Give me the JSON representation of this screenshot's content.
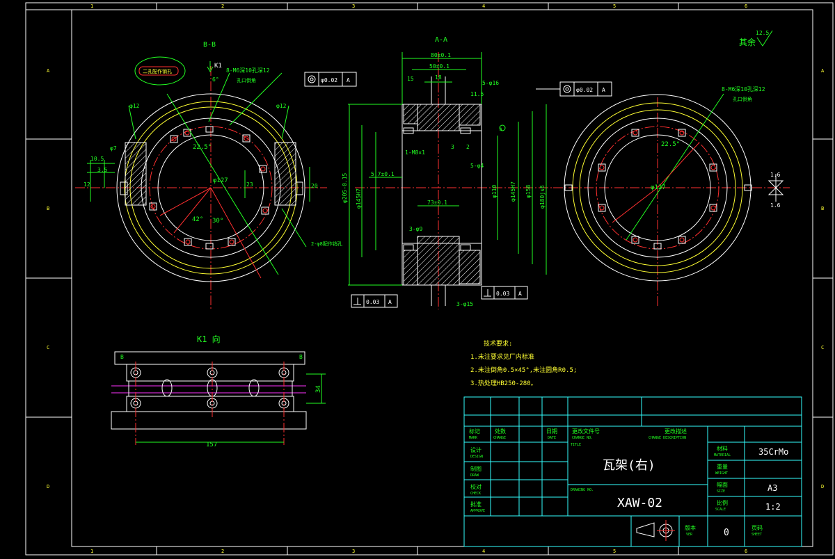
{
  "border": {
    "columns": [
      "1",
      "2",
      "3",
      "4",
      "5",
      "6"
    ],
    "rows": [
      "A",
      "B",
      "C",
      "D"
    ]
  },
  "views": {
    "bb": {
      "title": "B-B",
      "k1": "K1",
      "note_bubble": "二孔配作销孔"
    },
    "aa": {
      "title": "A-A"
    },
    "k1": {
      "title": "K1 向"
    }
  },
  "surface_finish": {
    "label": "其余",
    "value": "12.5"
  },
  "annotations": {
    "bb_holes": "8-M6深10孔深12",
    "bb_holes_sub": "孔口倒角",
    "bb_dowels": "2-φ8配作销孔",
    "right_holes": "8-M6深10孔深12",
    "right_holes_sub": "孔口倒角",
    "angle_225": "22.5°",
    "angle_6": "6°",
    "angle_42": "42°",
    "angle_30": "30°",
    "dia_127": "φ127",
    "right_dia_127": "φ127",
    "right_angle_225": "22.5°",
    "phi12_a": "φ12",
    "phi12_b": "φ12",
    "phi7": "φ7",
    "d105": "10.5",
    "d35": "3.5",
    "d12": "12",
    "d20": "20",
    "d23": "23",
    "right_16a": "1.6",
    "right_16b": "1.6"
  },
  "aa_dims": {
    "top_80": "80±0.1",
    "top_50": "50±0.1",
    "d18": "18",
    "d15": "15",
    "d115": "11.5",
    "holes_5phi16": "5-φ16",
    "m8": "1-M8×1",
    "h5phi4": "5-φ4",
    "h3phi9": "3-φ9",
    "h3phi15": "3-φ15",
    "d57": "5.7±0.1",
    "d73": "73±0.1",
    "d3": "3",
    "d2": "2",
    "dia205": "φ205-0.15",
    "dia145h7": "φ145H7",
    "dia110": "φ110",
    "dia145h7b": "φ145H7",
    "dia158": "φ158",
    "dia180": "φ180js6",
    "tol_top_a": "φ0.02",
    "tol_top_b": "A",
    "tol_right_a": "φ0.02",
    "tol_right_b": "A",
    "tol_bot_left_a": "0.03",
    "tol_bot_left_b": "A",
    "tol_bot_right_a": "0.03",
    "tol_bot_right_b": "A",
    "datum_a": "A"
  },
  "k1_dims": {
    "width": "157",
    "height": "34",
    "b_left": "B",
    "b_right": "B"
  },
  "tech_req": {
    "title": "技术要求:",
    "items": [
      "1.未注要求见厂内标准",
      "2.未注倒角0.5×45°,未注圆角R0.5;",
      "3.热处理HB250-280。"
    ]
  },
  "title_block": {
    "hdr_mark": "标记",
    "hdr_mark_en": "MARK",
    "hdr_count": "处数",
    "hdr_count_en": "CHANGE",
    "hdr_date": "日期",
    "hdr_date_en": "DATE",
    "hdr_doc": "更改文件号",
    "hdr_doc_en": "CHANGE NO.",
    "hdr_desc": "更改描述",
    "hdr_desc_en": "CHANGE DESCRIPTION",
    "design": "设计",
    "design_en": "DESIGN",
    "draw": "制图",
    "draw_en": "DRAW",
    "check": "校对",
    "check_en": "CHECK",
    "approve": "批准",
    "approve_en": "APPROVE",
    "title_label": "TITLE",
    "drawing_no_label": "DRAWING NO.",
    "part_name": "瓦架(右)",
    "drawing_no": "XAW-02",
    "material_label": "材料",
    "material_en": "MATERIAL",
    "material": "35CrMo",
    "weight_label": "重量",
    "weight_en": "WEIGHT",
    "size_label": "幅面",
    "size_en": "SIZE",
    "size": "A3",
    "scale_label": "比例",
    "scale_en": "SCALE",
    "scale": "1:2",
    "version_label": "版本",
    "version_en": "VER",
    "version": "0",
    "page_label": "页码",
    "page_en": "SHEET"
  }
}
